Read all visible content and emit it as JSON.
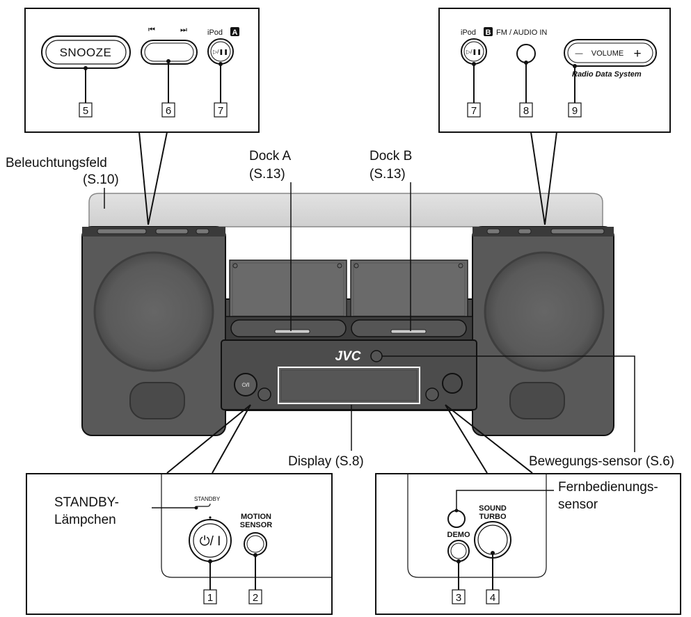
{
  "labels": {
    "illumination_panel": "Beleuchtungsfeld",
    "illumination_ref": "(S.10)",
    "dock_a": "Dock A",
    "dock_a_ref": "(S.13)",
    "dock_b": "Dock B",
    "dock_b_ref": "(S.13)",
    "display": "Display (S.8)",
    "motion_sensor_callout": "Bewegungs-sensor (S.6)",
    "standby_lamp_line1": "STANDBY-",
    "standby_lamp_line2": "Lämpchen",
    "remote_sensor_line1": "Fernbedienungs-",
    "remote_sensor_line2": "sensor"
  },
  "top_left_panel": {
    "snooze": "SNOOZE",
    "prev_symbol": "⏮",
    "next_symbol": "⏭",
    "ipod_a": "iPod",
    "ipod_a_letter": "A",
    "play_pause": "▷/❚❚",
    "numbers": [
      "5",
      "6",
      "7"
    ]
  },
  "top_right_panel": {
    "ipod_b": "iPod",
    "ipod_b_letter": "B",
    "play_pause": "▷/❚❚",
    "fm_audio_in": "FM / AUDIO IN",
    "volume": "VOLUME",
    "volume_minus": "—",
    "volume_plus": "+",
    "rds": "Radio Data System",
    "numbers": [
      "7",
      "8",
      "9"
    ]
  },
  "device": {
    "brand": "JVC",
    "power_symbol": "⏻/I"
  },
  "bottom_left_panel": {
    "standby_text": "STANDBY",
    "power_symbol": "⏻/ I",
    "motion_line1": "MOTION",
    "motion_line2": "SENSOR",
    "numbers": [
      "1",
      "2"
    ]
  },
  "bottom_right_panel": {
    "demo": "DEMO",
    "sound_line1": "SOUND",
    "sound_line2": "TURBO",
    "numbers": [
      "3",
      "4"
    ]
  }
}
